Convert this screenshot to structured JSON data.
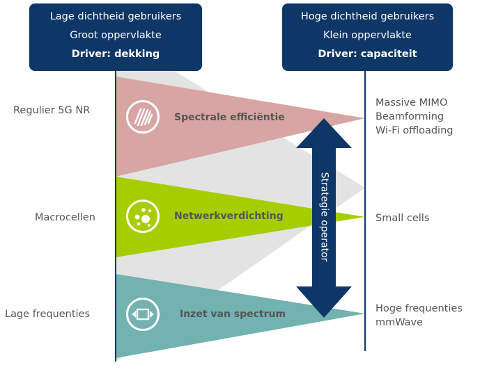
{
  "colors": {
    "navy": "#0e3767",
    "pink": "#d7a6a4",
    "green": "#a6cd00",
    "teal": "#72b2b0",
    "grey": "#e3e3e3"
  },
  "header_left": {
    "line1": "Lage dichtheid gebruikers",
    "line2": "Groot oppervlakte",
    "line3": "Driver: dekking"
  },
  "header_right": {
    "line1": "Hoge dichtheid gebruikers",
    "line2": "Klein oppervlakte",
    "line3": "Driver: capaciteit"
  },
  "left_labels": {
    "top": "Regulier 5G NR",
    "middle": "Macrocellen",
    "bottom": "Lage frequenties"
  },
  "right_labels": {
    "top": [
      "Massive MIMO",
      "Beamforming",
      "Wi-Fi offloading"
    ],
    "middle": "Small cells",
    "bottom": [
      "Hoge frequenties",
      "mmWave"
    ]
  },
  "bands": {
    "top": {
      "label": "Spectrale efficiëntie",
      "icon": "spectrum-waves-icon"
    },
    "middle": {
      "label": "Netwerkverdichting",
      "icon": "cell-dots-icon"
    },
    "bottom": {
      "label": "Inzet van spectrum",
      "icon": "expand-arrows-icon"
    }
  },
  "strategy": {
    "label": "Strategie operator"
  }
}
